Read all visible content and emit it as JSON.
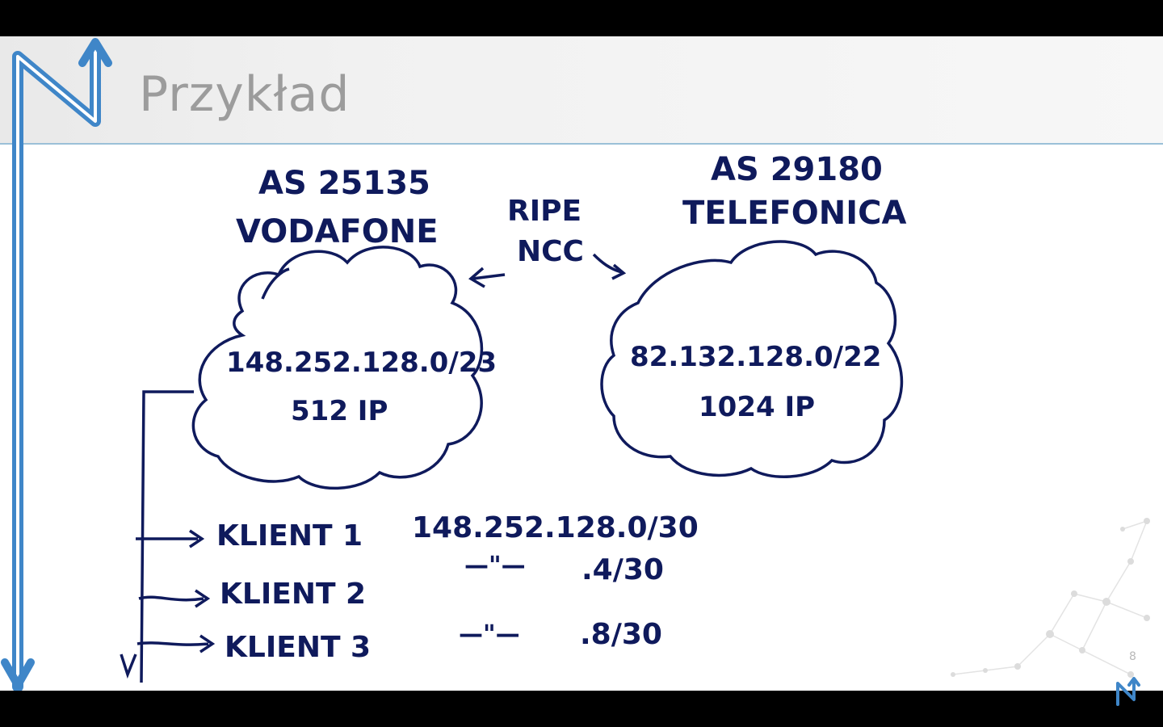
{
  "slide": {
    "title": "Przykład",
    "page_number": "8"
  },
  "diagram": {
    "left_as": {
      "number": "AS 25135",
      "name": "VODAFONE",
      "prefix": "148.252.128.0/23",
      "size": "512 IP"
    },
    "right_as": {
      "number": "AS 29180",
      "name": "TELEFONICA",
      "prefix": "82.132.128.0/22",
      "size": "1024 IP"
    },
    "registry": {
      "line1": "RIPE",
      "line2": "NCC"
    },
    "clients": [
      {
        "label": "KLIENT 1",
        "ditto": "",
        "prefix": "148.252.128.0/30"
      },
      {
        "label": "KLIENT 2",
        "ditto": "—\"—",
        "prefix": ".4/30"
      },
      {
        "label": "KLIENT 3",
        "ditto": "—\"—",
        "prefix": ".8/30"
      }
    ]
  },
  "colors": {
    "ink": "#0f1a5c",
    "accent": "#3f86c8",
    "title": "#9c9c9c"
  }
}
